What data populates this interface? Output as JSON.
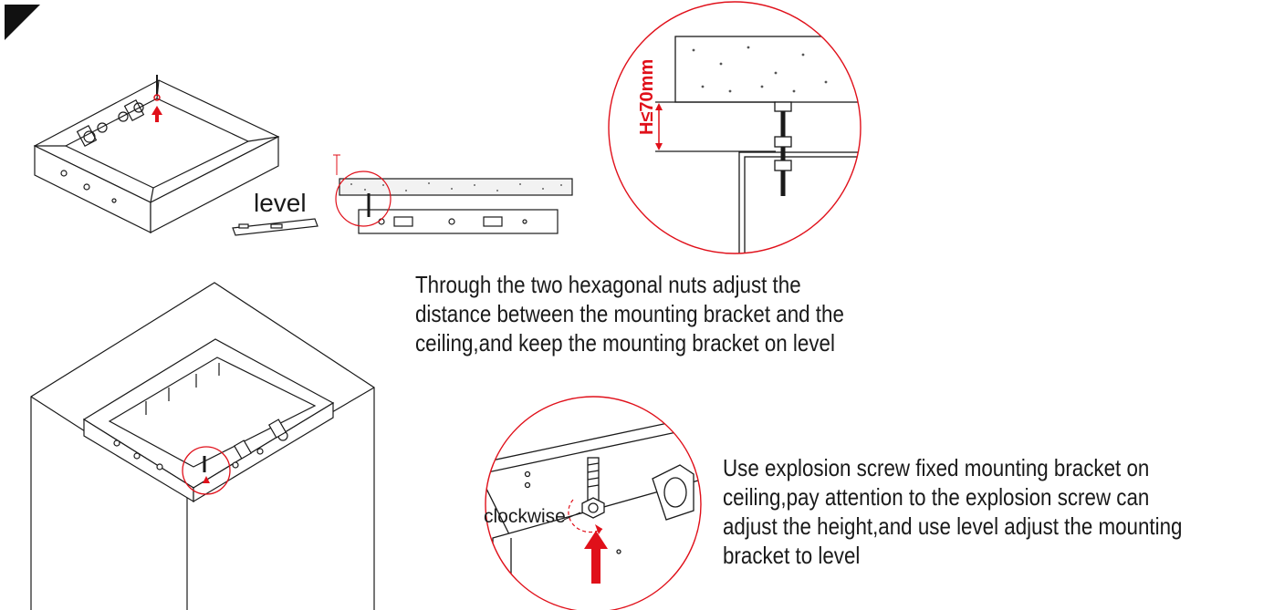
{
  "labels": {
    "level": "level",
    "height_limit": "H≤70mm",
    "clockwise": "clockwise"
  },
  "captions": {
    "adjust_nuts": [
      "Through the two hexagonal nuts adjust the",
      "distance between the mounting bracket and the",
      "ceiling,and keep the mounting bracket on level"
    ],
    "explosion_screw": [
      "Use explosion screw fixed mounting bracket on",
      "ceiling,pay attention to the explosion screw can",
      "adjust the height,and use level adjust the mounting",
      "bracket to level"
    ]
  },
  "colors": {
    "line": "#1a1a1a",
    "accent": "#e0101a"
  },
  "icons": {
    "corner_marker": "triangle-corner-icon",
    "arrow": "red-arrow-up-icon"
  }
}
